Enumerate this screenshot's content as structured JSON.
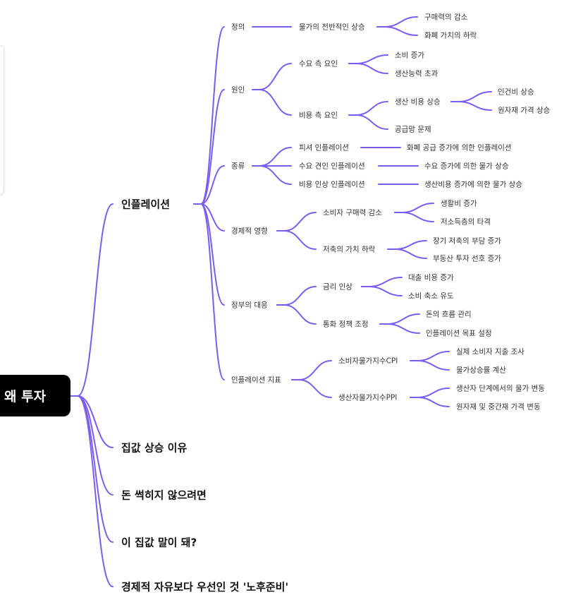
{
  "root": "왜 투자",
  "branches": [
    {
      "label": "인플레이션",
      "children": [
        {
          "label": "정의",
          "children": [
            {
              "label": "물가의 전반적인 상승",
              "children": [
                "구매력의 감소",
                "화폐 가치의 하락"
              ]
            }
          ]
        },
        {
          "label": "원인",
          "children": [
            {
              "label": "수요 측 요인",
              "children": [
                "소비 증가",
                "생산능력 초과"
              ]
            },
            {
              "label": "비용 측 요인",
              "children": [
                {
                  "label": "생산 비용 상승",
                  "children": [
                    "인건비 상승",
                    "원자재 가격 상승"
                  ]
                },
                {
                  "label": "공급망 문제"
                }
              ]
            }
          ]
        },
        {
          "label": "종류",
          "children": [
            {
              "label": "피셔 인플레이션",
              "children": [
                "화폐 공급 증가에 의한 인플레이션"
              ]
            },
            {
              "label": "수요 견인 인플레이션",
              "children": [
                "수요 증가에 의한 물가 상승"
              ]
            },
            {
              "label": "비용 인상 인플레이션",
              "children": [
                "생산비용 증가에 의한 물가 상승"
              ]
            }
          ]
        },
        {
          "label": "경제적 영향",
          "children": [
            {
              "label": "소비자 구매력 감소",
              "children": [
                "생활비 증가",
                "저소득층의 타격"
              ]
            },
            {
              "label": "저축의 가치 하락",
              "children": [
                "장기 저축의 부담 증가",
                "부동산 투자 선호 증가"
              ]
            }
          ]
        },
        {
          "label": "정부의 대응",
          "children": [
            {
              "label": "금리 인상",
              "children": [
                "대출 비용 증가",
                "소비 축소 유도"
              ]
            },
            {
              "label": "통화 정책 조정",
              "children": [
                "돈의 흐름 관리",
                "인플레이션 목표 설정"
              ]
            }
          ]
        },
        {
          "label": "인플레이션 지표",
          "children": [
            {
              "label": "소비자물가지수CPI",
              "children": [
                "실제 소비자 지출 조사",
                "물가상승률 계산"
              ]
            },
            {
              "label": "생산자물가지수PPI",
              "children": [
                "생산자 단계에서의 물가 변동",
                "원자재 및 중간재 가격 변동"
              ]
            }
          ]
        }
      ]
    },
    {
      "label": "집값 상승 이유"
    },
    {
      "label": "돈 썩히지 않으려면"
    },
    {
      "label": "이 집값 말이 돼?"
    },
    {
      "label": "경제적 자유보다 우선인 것  '노후준비'"
    }
  ],
  "colors": {
    "edge": "#7b5cf0",
    "root_bg": "#000000"
  }
}
